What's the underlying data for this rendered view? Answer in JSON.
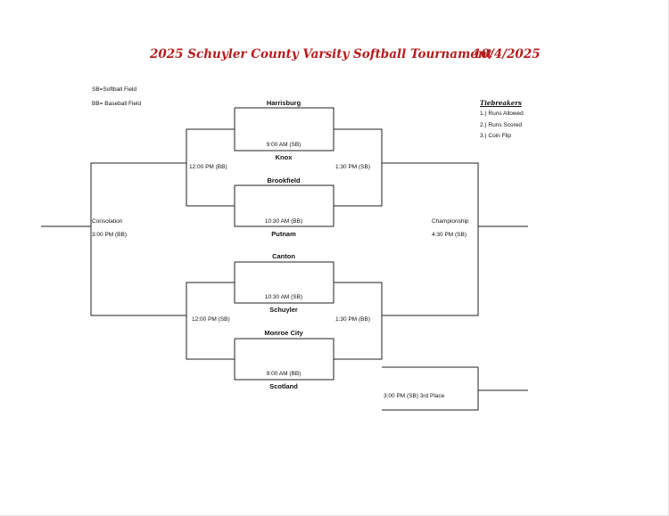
{
  "header": {
    "title": "2025 Schuyler County Varsity Softball Tournament",
    "date": "10/4/2025"
  },
  "legend": {
    "sb": "SB=Softball Field",
    "bb": "BB= Baseball Field"
  },
  "tiebreakers": {
    "title": "Tiebreakers",
    "items": [
      "1.) Runs Allowed",
      "2.) Runs Scored",
      "3.) Coin Flip"
    ]
  },
  "teams": {
    "harrisburg": "Harrisburg",
    "knox": "Knox",
    "brookfield": "Brookfield",
    "putnam": "Putnam",
    "canton": "Canton",
    "schuyler": "Schuyler",
    "monroe_city": "Monroe City",
    "scotland": "Scotland"
  },
  "games": {
    "g1": "9:00 AM (SB)",
    "g2": "10:30 AM (BB)",
    "g3": "10:30 AM (SB)",
    "g4": "9:00 AM (BB)",
    "upper_loser": "12:00 PM (BB)",
    "lower_loser": "12:00 PM (SB)",
    "upper_winner": "1:30 PM (SB)",
    "lower_winner": "1:30 PM (BB)",
    "consolation_label": "Consolation",
    "consolation_time": "3:00 PM (BB)",
    "championship_label": "Championship",
    "championship_time": "4:30 PM (SB)",
    "third_place": "3:00 PM (SB) 3rd Place"
  }
}
